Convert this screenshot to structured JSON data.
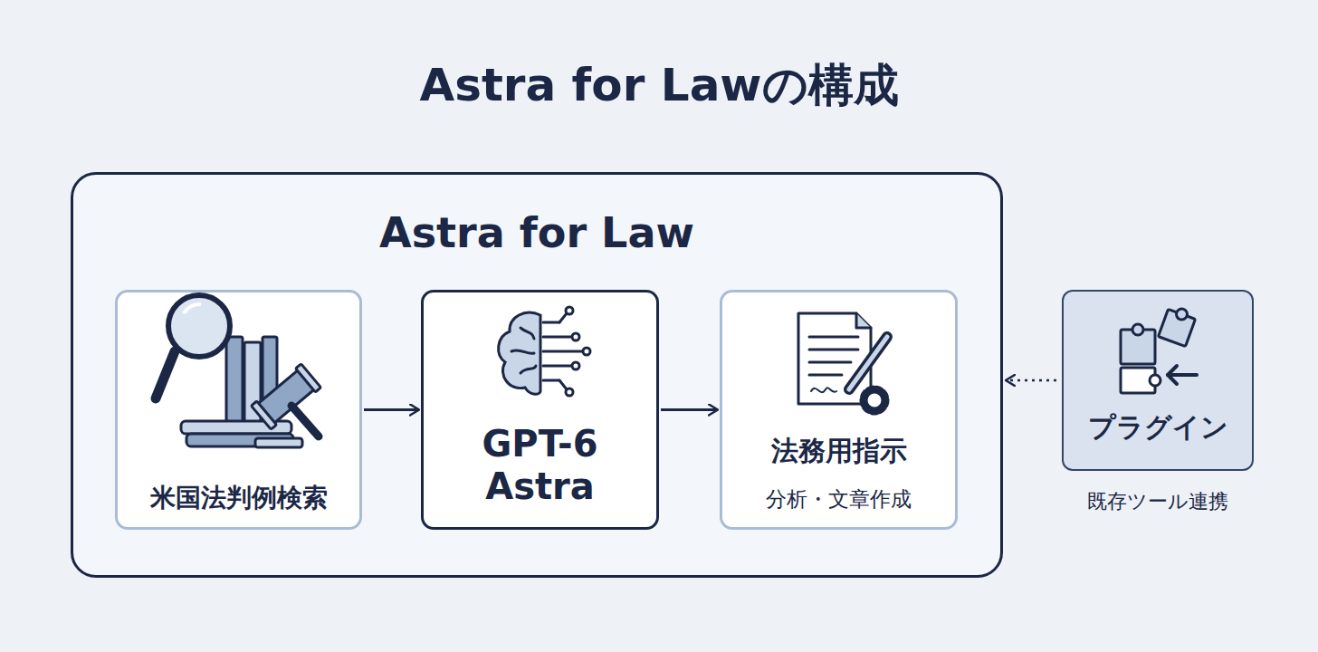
{
  "diagram": {
    "title": "Astra for Lawの構成",
    "nodes": [
      {
        "text": [
          "Astra for Law"
        ]
      },
      {
        "text": [
          "米国法判例検索"
        ],
        "in": 0
      },
      {
        "text": [
          "GPT-6 Astra"
        ],
        "in": 0
      },
      {
        "text": [
          "法務用指示",
          "分析・文章作成"
        ],
        "in": 0
      },
      {
        "text": [
          "プラグイン",
          "既存ツール連携"
        ]
      }
    ],
    "edges": [
      {
        "from": 1,
        "to": 2,
        "arrow": "to"
      },
      {
        "from": 2,
        "to": 3,
        "arrow": "to"
      },
      {
        "from": 4,
        "to": 0,
        "arrow": "to"
      }
    ]
  }
}
